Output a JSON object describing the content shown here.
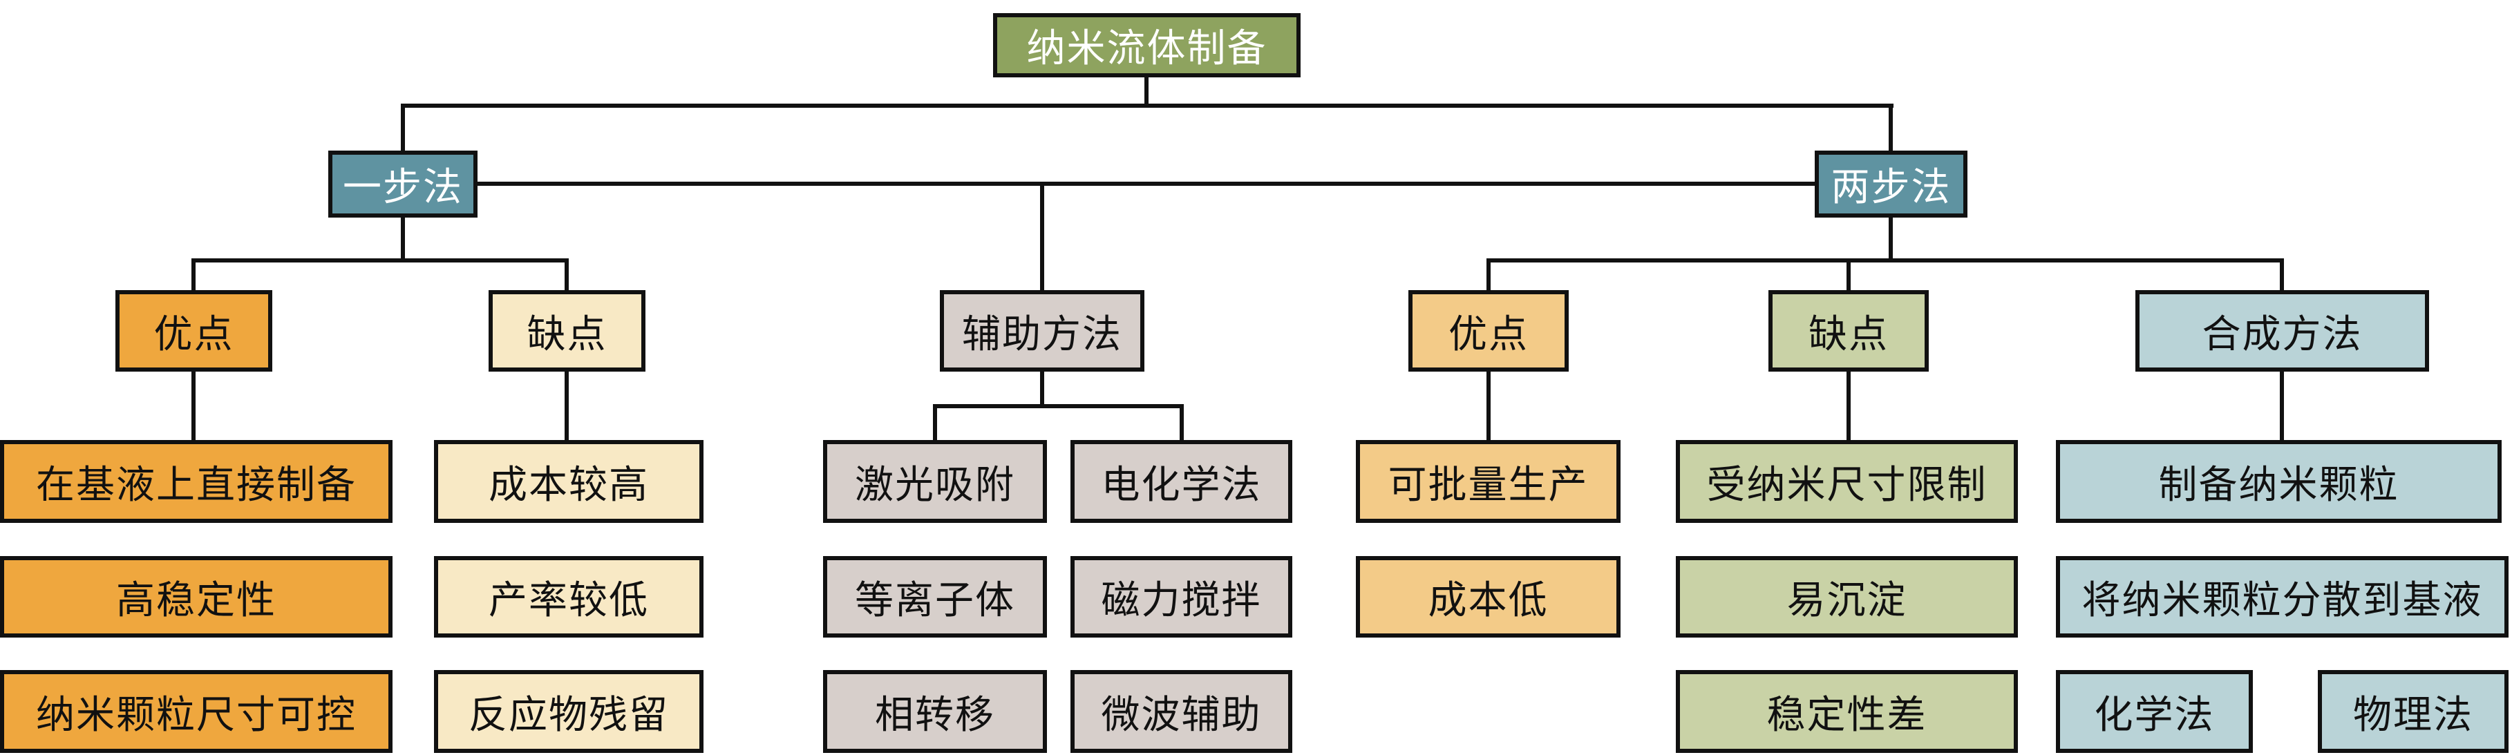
{
  "diagram": {
    "root": {
      "label": "纳米流体制备"
    },
    "branches": {
      "one_step": {
        "label": "一步法",
        "children": {
          "advantages": {
            "label": "优点",
            "items": [
              "在基液上直接制备",
              "高稳定性",
              "纳米颗粒尺寸可控"
            ]
          },
          "disadvantages": {
            "label": "缺点",
            "items": [
              "成本较高",
              "产率较低",
              "反应物残留"
            ]
          },
          "aux_methods": {
            "label": "辅助方法",
            "columns": [
              [
                "激光吸附",
                "等离子体",
                "相转移"
              ],
              [
                "电化学法",
                "磁力搅拌",
                "微波辅助"
              ]
            ]
          }
        }
      },
      "two_step": {
        "label": "两步法",
        "children": {
          "advantages": {
            "label": "优点",
            "items": [
              "可批量生产",
              "成本低"
            ]
          },
          "disadvantages": {
            "label": "缺点",
            "items": [
              "受纳米尺寸限制",
              "易沉淀",
              "稳定性差"
            ]
          },
          "synthesis": {
            "label": "合成方法",
            "steps": [
              "制备纳米颗粒",
              "将纳米颗粒分散到基液"
            ],
            "methods": [
              "化学法",
              "物理法"
            ]
          }
        }
      }
    },
    "colors": {
      "root_green": "#8EA35F",
      "step_teal": "#5F93A1",
      "advantage_orange": "#EFA73E",
      "disadvantage_cream": "#F8E9C5",
      "aux_gray": "#D7CFCB",
      "advantage_tan": "#F3CB88",
      "disadvantage_sage": "#C9D2A6",
      "synthesis_blue": "#B9D3D7",
      "line_black": "#111111"
    }
  }
}
